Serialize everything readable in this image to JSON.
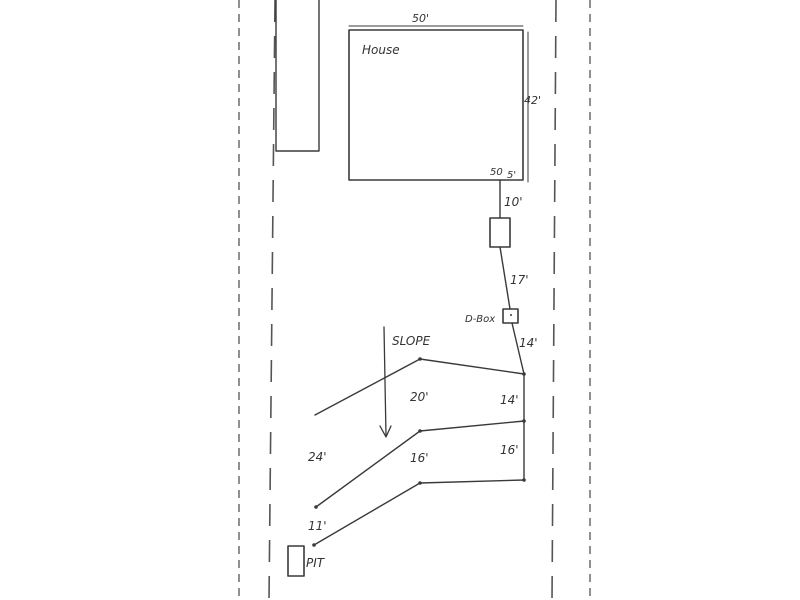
{
  "house": {
    "label": "House",
    "width_label": "50'",
    "depth_label": "42'",
    "corner_label_a": "50",
    "corner_label_b": "5'"
  },
  "pipe": {
    "to_tank_label": "10'",
    "tank_to_dbox_label": "17'",
    "dbox_label": "D-Box",
    "dbox_to_field_label": "14'"
  },
  "slope_label": "SLOPE",
  "drain_field": {
    "line1_label_a": "20'",
    "line1_label_b": "14'",
    "line2_label_left": "24'",
    "line2_label_a": "16'",
    "line2_label_b": "16'",
    "line3_label_left": "11'"
  },
  "pit_label": "PIT",
  "colors": {
    "ink": "#3a3a3a",
    "paper": "#ffffff"
  }
}
